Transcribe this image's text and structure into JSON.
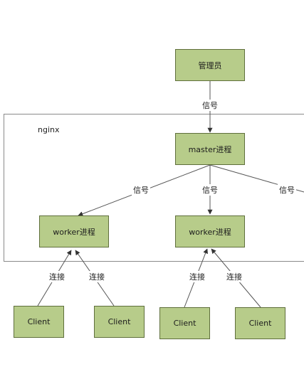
{
  "diagram": {
    "nodes": {
      "manager": "管理员",
      "master": "master进程",
      "worker_left": "worker进程",
      "worker_mid": "worker进程",
      "client_1": "Client",
      "client_2": "Client",
      "client_3": "Client",
      "client_4": "Client"
    },
    "container_label": "nginx",
    "edge_labels": {
      "signal_top": "信号",
      "signal_left": "信号",
      "signal_mid": "信号",
      "signal_right": "信号",
      "connect_1": "连接",
      "connect_2": "连接",
      "connect_3": "连接",
      "connect_4": "连接"
    }
  }
}
